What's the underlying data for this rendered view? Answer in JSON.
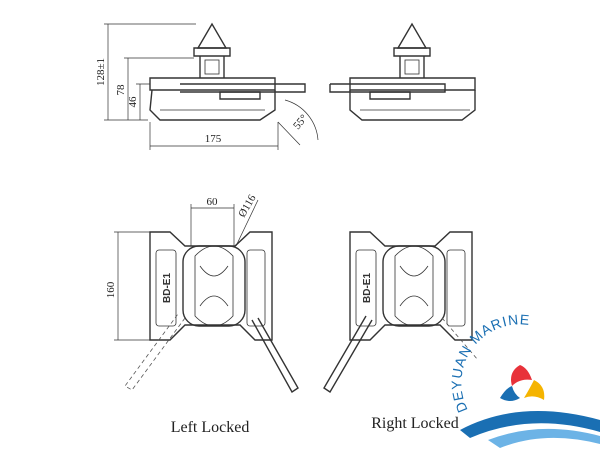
{
  "dimensions": {
    "height_total": "128±1",
    "height_mid": "78",
    "height_low": "46",
    "width": "175",
    "angle": "55°",
    "spacing": "60",
    "diameter": "Ø116",
    "length": "160"
  },
  "part_mark": "BD-E1",
  "captions": {
    "left": "Left Locked",
    "right": "Right Locked"
  },
  "brand": {
    "name": "DEYUAN MARINE",
    "colors": {
      "blue": "#1a6fb3",
      "red": "#e8323a",
      "yellow": "#f5b400"
    }
  }
}
